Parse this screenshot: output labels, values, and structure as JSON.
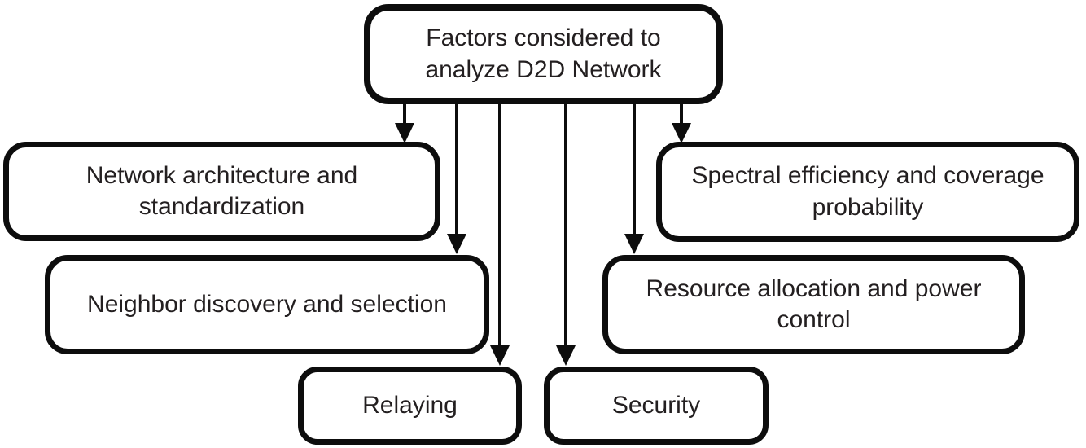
{
  "diagram": {
    "title": "Factors considered to analyze D2D Network",
    "colors": {
      "border": "#0d0d0d",
      "text": "#231f20",
      "background": "#ffffff"
    },
    "nodes": {
      "root": {
        "label": "Factors considered to analyze D2D Network"
      },
      "network_architecture": {
        "label": "Network architecture and standardization"
      },
      "spectral_efficiency": {
        "label": "Spectral efficiency and coverage probability"
      },
      "neighbor_discovery": {
        "label": "Neighbor discovery and selection"
      },
      "resource_allocation": {
        "label": "Resource allocation and power control"
      },
      "relaying": {
        "label": "Relaying"
      },
      "security": {
        "label": "Security"
      }
    },
    "edges": [
      {
        "from": "root",
        "to": "network_architecture"
      },
      {
        "from": "root",
        "to": "neighbor_discovery"
      },
      {
        "from": "root",
        "to": "relaying"
      },
      {
        "from": "root",
        "to": "security"
      },
      {
        "from": "root",
        "to": "resource_allocation"
      },
      {
        "from": "root",
        "to": "spectral_efficiency"
      }
    ]
  }
}
